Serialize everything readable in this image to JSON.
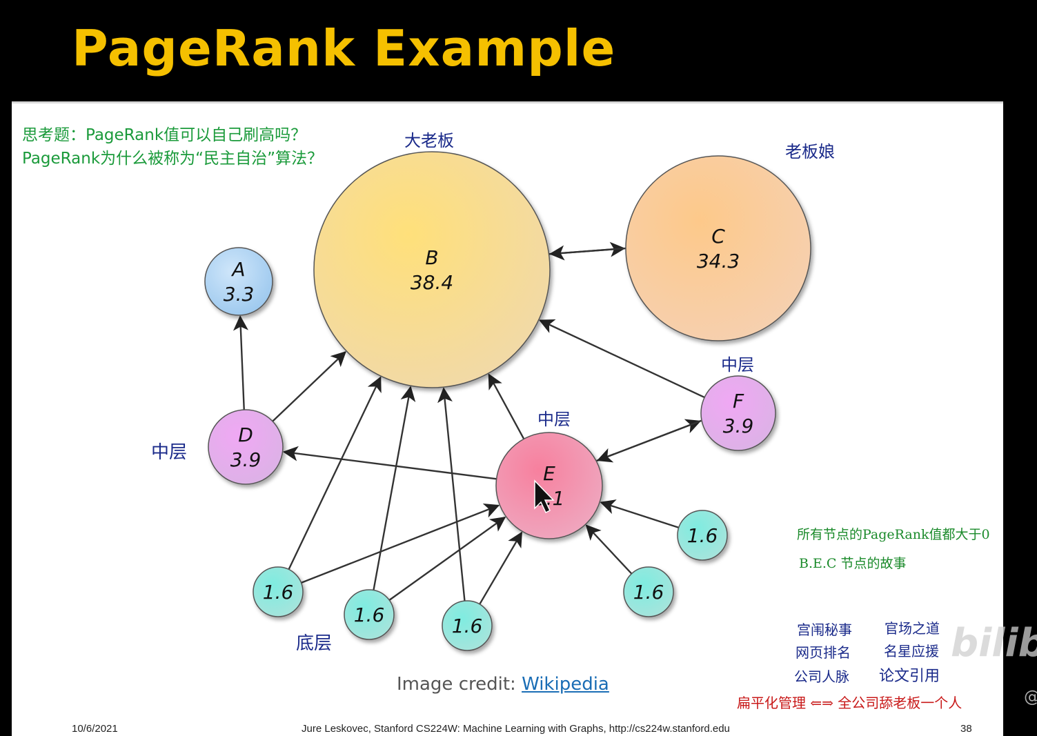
{
  "slide": {
    "title": "PageRank Example",
    "question_line1": "思考题：PageRank值可以自己刷高吗？",
    "question_line2": "PageRank为什么被称为“民主自治”算法？",
    "credit_prefix": "Image credit: ",
    "credit_link": "Wikipedia",
    "footer_date": "10/6/2021",
    "footer_text": "Jure Leskovec, Stanford CS224W: Machine Learning with Graphs, http://cs224w.stanford.edu",
    "footer_page": "38"
  },
  "graph": {
    "nodes": [
      {
        "id": "A",
        "label": "A",
        "value": "3.3",
        "color": "#a9d3f2"
      },
      {
        "id": "B",
        "label": "B",
        "value": "38.4",
        "color": "#fbd97a"
      },
      {
        "id": "C",
        "label": "C",
        "value": "34.3",
        "color": "#fcc993"
      },
      {
        "id": "D",
        "label": "D",
        "value": "3.9",
        "color": "#e7a2f0"
      },
      {
        "id": "E",
        "label": "E",
        "value": "8.1",
        "color": "#f48fb1"
      },
      {
        "id": "F",
        "label": "F",
        "value": "3.9",
        "color": "#e7a2f0"
      },
      {
        "id": "L1",
        "label": "",
        "value": "1.6",
        "color": "#86e8da"
      },
      {
        "id": "L2",
        "label": "",
        "value": "1.6",
        "color": "#86e8da"
      },
      {
        "id": "L3",
        "label": "",
        "value": "1.6",
        "color": "#86e8da"
      },
      {
        "id": "L4",
        "label": "",
        "value": "1.6",
        "color": "#86e8da"
      },
      {
        "id": "L5",
        "label": "",
        "value": "1.6",
        "color": "#86e8da"
      }
    ],
    "edges": [
      {
        "from": "B",
        "to": "C"
      },
      {
        "from": "C",
        "to": "B"
      },
      {
        "from": "D",
        "to": "A"
      },
      {
        "from": "D",
        "to": "B"
      },
      {
        "from": "E",
        "to": "B"
      },
      {
        "from": "E",
        "to": "D"
      },
      {
        "from": "E",
        "to": "F"
      },
      {
        "from": "F",
        "to": "B"
      },
      {
        "from": "F",
        "to": "E"
      },
      {
        "from": "L1",
        "to": "B"
      },
      {
        "from": "L1",
        "to": "E"
      },
      {
        "from": "L2",
        "to": "B"
      },
      {
        "from": "L2",
        "to": "E"
      },
      {
        "from": "L3",
        "to": "B"
      },
      {
        "from": "L3",
        "to": "E"
      },
      {
        "from": "L4",
        "to": "E"
      },
      {
        "from": "L5",
        "to": "E"
      }
    ]
  },
  "annotations": {
    "big_boss": "大老板",
    "boss_wife": "老板娘",
    "middle_f": "中层",
    "middle_e": "中层",
    "middle_d": "中层",
    "bottom": "底层",
    "all_positive": "所有节点的PageRank值都大于0",
    "bec_story": "B.E.C 节点的故事",
    "ex1": "宫闱秘事",
    "ex2": "官场之道",
    "ex3": "网页排名",
    "ex4": "名星应援",
    "ex5": "公司人脉",
    "ex6": "论文引用",
    "flat": "扁平化管理 ⇐⇒ 全公司舔老板一个人"
  },
  "watermark": "bilibili",
  "watermark_at": "@"
}
